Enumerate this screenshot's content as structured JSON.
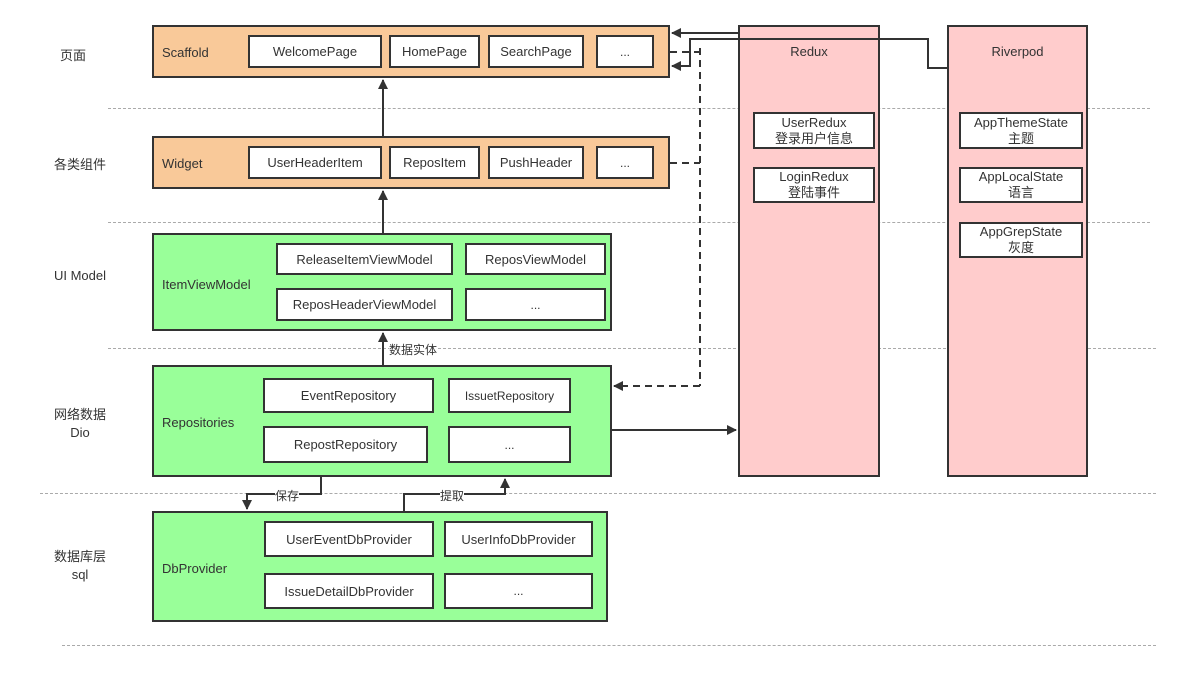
{
  "layers": [
    {
      "label": "页面"
    },
    {
      "label": "各类组件"
    },
    {
      "label": "UI Model"
    },
    {
      "label": "网络数据",
      "label2": "Dio"
    },
    {
      "label": "数据库层",
      "label2": "sql"
    }
  ],
  "scaffold": {
    "title": "Scaffold",
    "items": [
      "WelcomePage",
      "HomePage",
      "SearchPage",
      "..."
    ]
  },
  "widget": {
    "title": "Widget",
    "items": [
      "UserHeaderItem",
      "ReposItem",
      "PushHeader",
      "..."
    ]
  },
  "item_view_model": {
    "title": "ItemViewModel",
    "items": [
      "ReleaseItemViewModel",
      "ReposViewModel",
      "ReposHeaderViewModel",
      "..."
    ]
  },
  "repositories": {
    "title": "Repositories",
    "items": [
      "EventRepository",
      "IssuetRepository",
      "RepostRepository",
      "..."
    ]
  },
  "db_provider": {
    "title": "DbProvider",
    "items": [
      "UserEventDbProvider",
      "UserInfoDbProvider",
      "IssueDetailDbProvider",
      "..."
    ]
  },
  "redux": {
    "title": "Redux",
    "states": [
      {
        "name": "UserRedux",
        "desc": "登录用户信息"
      },
      {
        "name": "LoginRedux",
        "desc": "登陆事件"
      }
    ]
  },
  "riverpod": {
    "title": "Riverpod",
    "states": [
      {
        "name": "AppThemeState",
        "desc": "主题"
      },
      {
        "name": "AppLocalState",
        "desc": "语言"
      },
      {
        "name": "AppGrepState",
        "desc": "灰度"
      }
    ]
  },
  "edges": {
    "data_entity": "数据实体",
    "save": "保存",
    "fetch": "提取"
  },
  "colors": {
    "page_layer": "#f9c999",
    "model_layer": "#99ff99",
    "state_layer": "#ffcccc",
    "line": "#333333"
  }
}
